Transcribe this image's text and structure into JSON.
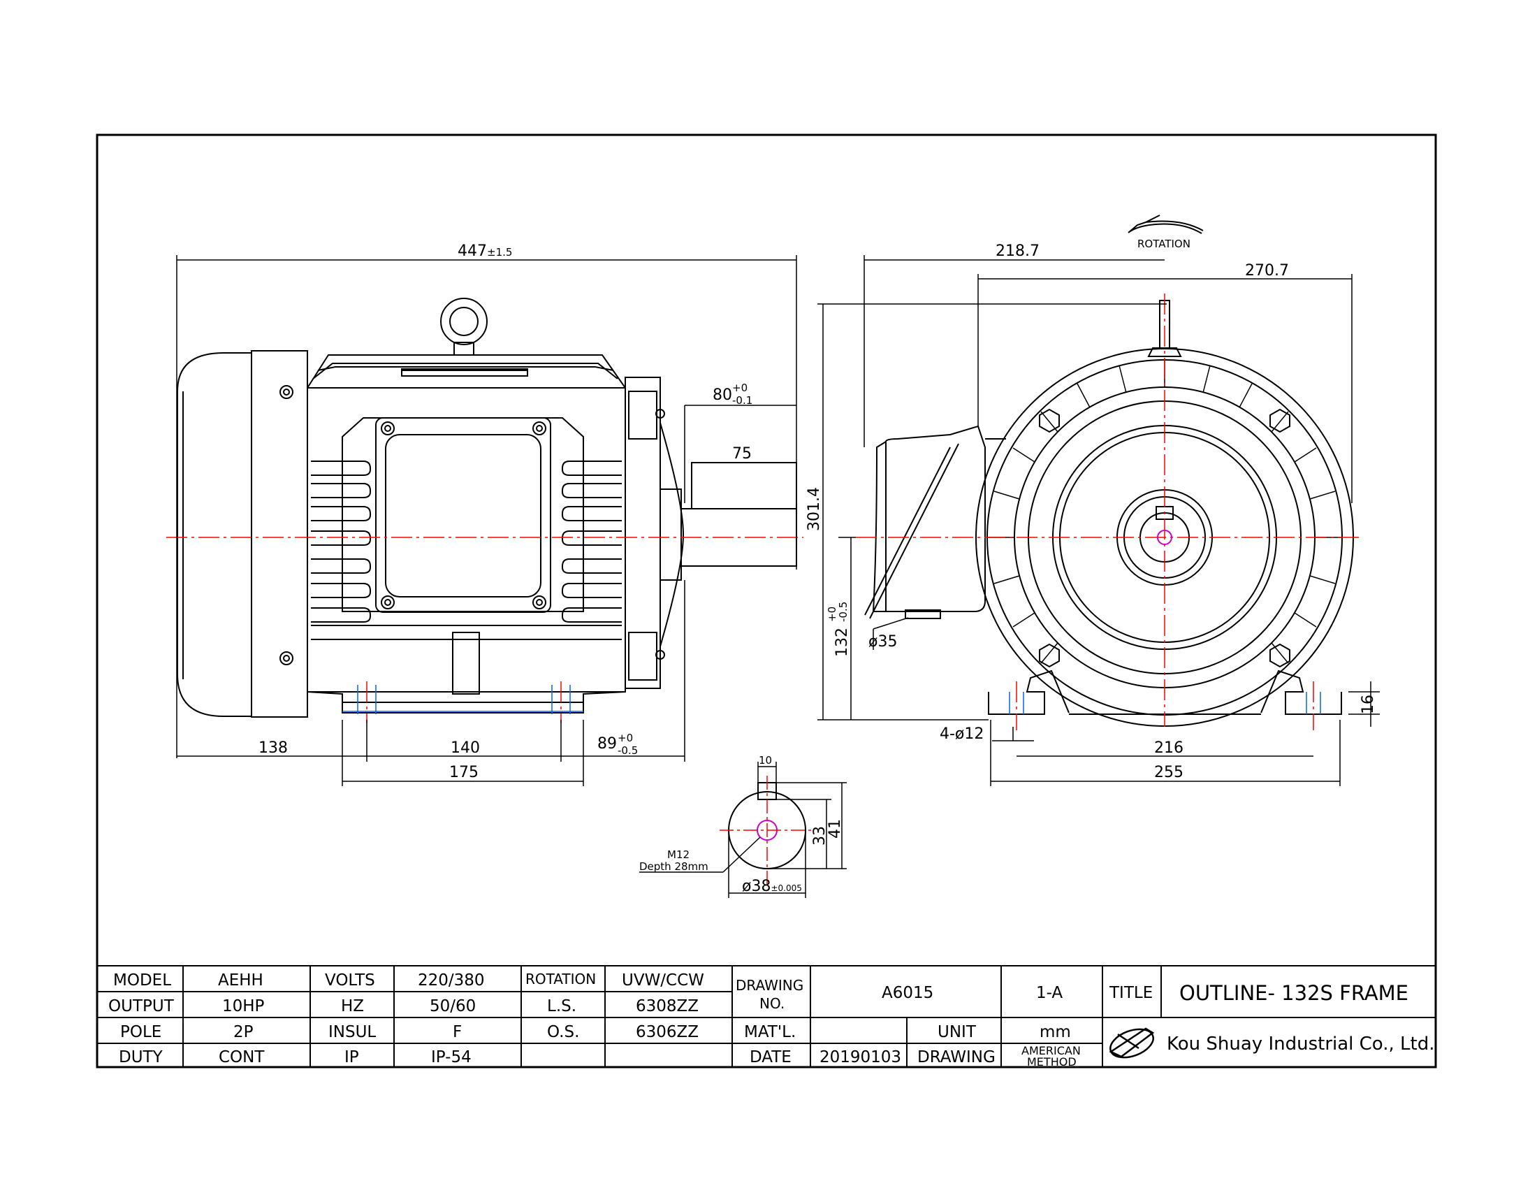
{
  "views": {
    "side": {
      "overall_length": "447",
      "overall_length_tol": "±1.5",
      "shaft_extension": "80",
      "shaft_extension_tol_upper": "+0",
      "shaft_extension_tol_lower": "-0.1",
      "key_length": "75",
      "rear_to_foot_hole": "138",
      "foot_hole_spacing": "140",
      "foot_hole_to_shoulder": "89",
      "foot_hole_to_shoulder_tol_upper": "+0",
      "foot_hole_to_shoulder_tol_lower": "-0.5",
      "foot_length": "175"
    },
    "front": {
      "rotation_label": "ROTATION",
      "width_to_box": "218.7",
      "width_to_fan": "270.7",
      "overall_height": "301.4",
      "shaft_height": "132",
      "shaft_height_tol_upper": "+0",
      "shaft_height_tol_lower": "-0.5",
      "conduit": "ø35",
      "foot_holes": "4-ø12",
      "foot_thickness": "16",
      "foot_hole_spacing": "216",
      "foot_width": "255"
    },
    "shaft_end": {
      "key_width": "10",
      "key_depth": "33",
      "key_height": "41",
      "tap_size": "M12",
      "tap_depth": "Depth 28mm",
      "shaft_diameter": "ø38",
      "shaft_diameter_tol": "±0.005"
    }
  },
  "title_block": {
    "model_label": "MODEL",
    "model_value": "AEHH",
    "volts_label": "VOLTS",
    "volts_value": "220/380",
    "rotation_label": "ROTATION",
    "rotation_value": "UVW/CCW",
    "output_label": "OUTPUT",
    "output_value": "10HP",
    "hz_label": "HZ",
    "hz_value": "50/60",
    "ls_label": "L.S.",
    "ls_value": "6308ZZ",
    "pole_label": "POLE",
    "pole_value": "2P",
    "insul_label": "INSUL",
    "insul_value": "F",
    "os_label": "O.S.",
    "os_value": "6306ZZ",
    "duty_label": "DUTY",
    "duty_value": "CONT",
    "ip_label": "IP",
    "ip_value": "IP-54",
    "drawing_no_label_1": "DRAWING",
    "drawing_no_label_2": "NO.",
    "drawing_no_value": "A6015",
    "revision_value": "1-A",
    "title_label": "TITLE",
    "title_value": "OUTLINE- 132S FRAME",
    "material_label": "MAT'L.",
    "unit_label": "UNIT",
    "unit_value": "mm",
    "date_label": "DATE",
    "date_value": "20190103",
    "drawing_label": "DRAWING",
    "method_line_1": "AMERICAN",
    "method_line_2": "METHOD",
    "company_name": "Kou Shuay Industrial Co., Ltd."
  },
  "colors": {
    "line": "#000000",
    "centerline": "#ff0000",
    "hole_line": "#0066ff",
    "tap_circle": "#cc00cc"
  }
}
